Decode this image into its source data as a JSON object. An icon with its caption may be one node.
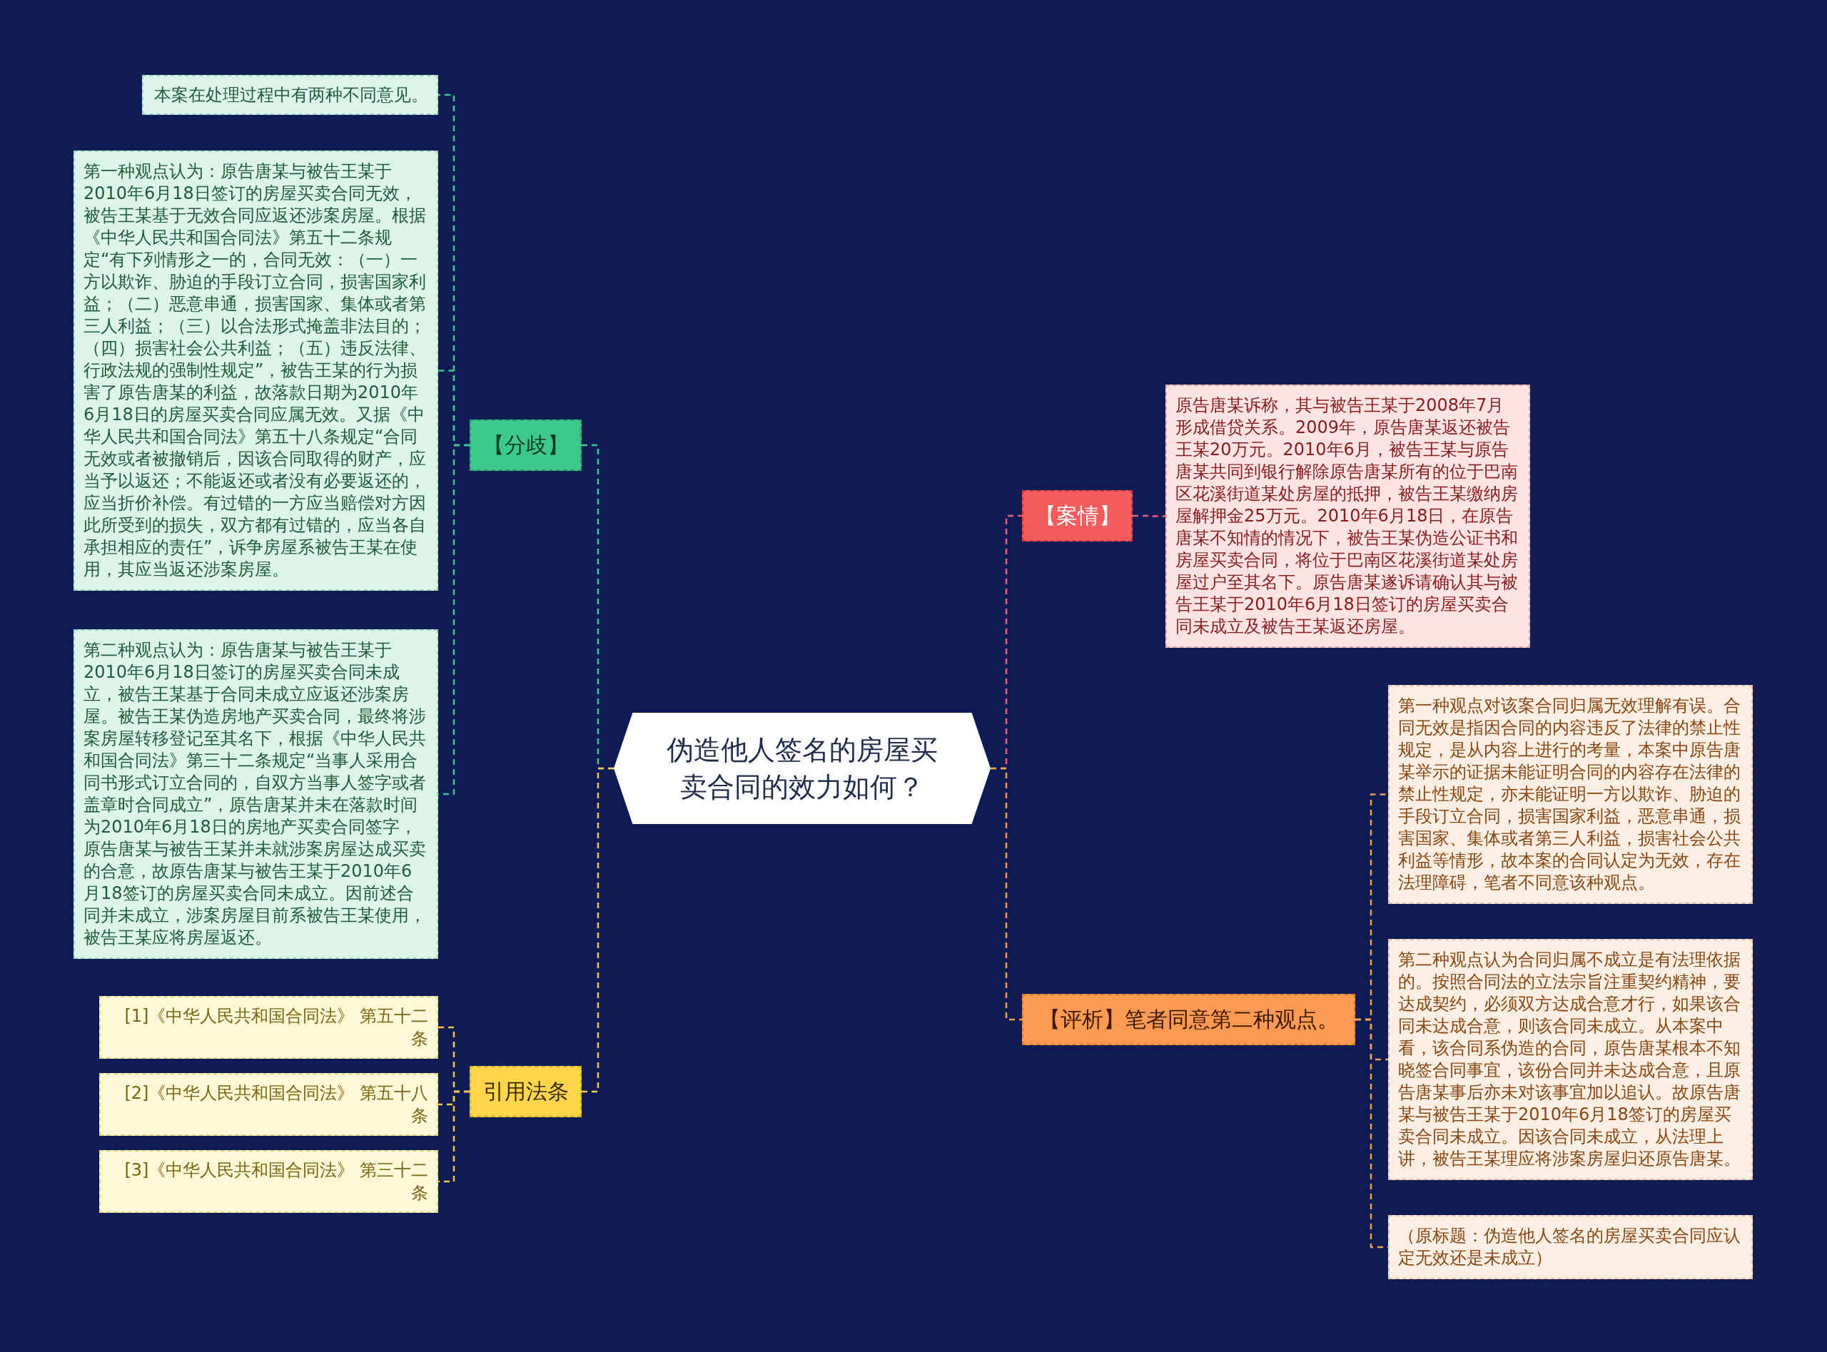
{
  "diagram": {
    "nodes": [
      {
        "text": [
          "伪造他人签名的房屋买卖合同的效力如何？"
        ]
      },
      {
        "text": [
          "【分歧】"
        ]
      },
      {
        "text": [
          "本案在处理过程中有两种不同意见。"
        ]
      },
      {
        "text": [
          "第一种观点认为：原告唐某与被告王某于2010年6月18日签订的房屋买卖合同无效，被告王某基于无效合同应返还涉案房屋。根据《中华人民共和国合同法》第五十二条规定“有下列情形之一的，合同无效：（一）一方以欺诈、胁迫的手段订立合同，损害国家利益；（二）恶意串通，损害国家、集体或者第三人利益；（三）以合法形式掩盖非法目的；（四）损害社会公共利益；（五）违反法律、行政法规的强制性规定”，被告王某的行为损害了原告唐某的利益，故落款日期为2010年6月18日的房屋买卖合同应属无效。又据《中华人民共和国合同法》第五十八条规定“合同无效或者被撤销后，因该合同取得的财产，应当予以返还；不能返还或者没有必要返还的，应当折价补偿。有过错的一方应当赔偿对方因此所受到的损失，双方都有过错的，应当各自承担相应的责任”，诉争房屋系被告王某在使用，其应当返还涉案房屋。"
        ]
      },
      {
        "text": [
          "第二种观点认为：原告唐某与被告王某于2010年6月18日签订的房屋买卖合同未成立，被告王某基于合同未成立应返还涉案房屋。被告王某伪造房地产买卖合同，最终将涉案房屋转移登记至其名下，根据《中华人民共和国合同法》第三十二条规定“当事人采用合同书形式订立合同的，自双方当事人签字或者盖章时合同成立”，原告唐某并未在落款时间为2010年6月18日的房地产买卖合同签字，原告唐某与被告王某并未就涉案房屋达成买卖的合意，故原告唐某与被告王某于2010年6月18签订的房屋买卖合同未成立。因前述合同并未成立，涉案房屋目前系被告王某使用，被告王某应将房屋返还。"
        ]
      },
      {
        "text": [
          "引用法条"
        ]
      },
      {
        "text": [
          "[1]《中华人民共和国合同法》 第五十二条"
        ]
      },
      {
        "text": [
          "[2]《中华人民共和国合同法》 第五十八条"
        ]
      },
      {
        "text": [
          "[3]《中华人民共和国合同法》 第三十二条"
        ]
      },
      {
        "text": [
          "【案情】"
        ]
      },
      {
        "text": [
          "原告唐某诉称，其与被告王某于2008年7月形成借贷关系。2009年，原告唐某返还被告王某20万元。2010年6月，被告王某与原告唐某共同到银行解除原告唐某所有的位于巴南区花溪街道某处房屋的抵押，被告王某缴纳房屋解押金25万元。2010年6月18日，在原告唐某不知情的情况下，被告王某伪造公证书和房屋买卖合同，将位于巴南区花溪街道某处房屋过户至其名下。原告唐某遂诉请确认其与被告王某于2010年6月18日签订的房屋买卖合同未成立及被告王某返还房屋。"
        ]
      },
      {
        "text": [
          "【评析】笔者同意第二种观点。"
        ]
      },
      {
        "text": [
          "第一种观点对该案合同归属无效理解有误。合同无效是指因合同的内容违反了法律的禁止性规定，是从内容上进行的考量，本案中原告唐某举示的证据未能证明合同的内容存在法律的禁止性规定，亦未能证明一方以欺诈、胁迫的手段订立合同，损害国家利益，恶意串通，损害国家、集体或者第三人利益，损害社会公共利益等情形，故本案的合同认定为无效，存在法理障碍，笔者不同意该种观点。"
        ]
      },
      {
        "text": [
          "第二种观点认为合同归属不成立是有法理依据的。按照合同法的立法宗旨注重契约精神，要达成契约，必须双方达成合意才行，如果该合同未达成合意，则该合同未成立。从本案中看，该合同系伪造的合同，原告唐某根本不知晓签合同事宜，该份合同并未达成合意，且原告唐某事后亦未对该事宜加以追认。故原告唐某与被告王某于2010年6月18签订的房屋买卖合同未成立。因该合同未成立，从法理上讲，被告王某理应将涉案房屋归还原告唐某。"
        ]
      },
      {
        "text": [
          "（原标题：伪造他人签名的房屋买卖合同应认定无效还是未成立）"
        ]
      }
    ],
    "edges": [
      {
        "from": 0,
        "to": 1,
        "arrow": "none",
        "style": "dashed",
        "color": "#3dc88c"
      },
      {
        "from": 1,
        "to": 2,
        "arrow": "none",
        "style": "dashed",
        "color": "#3dc88c"
      },
      {
        "from": 1,
        "to": 3,
        "arrow": "none",
        "style": "dashed",
        "color": "#3dc88c"
      },
      {
        "from": 1,
        "to": 4,
        "arrow": "none",
        "style": "dashed",
        "color": "#3dc88c"
      },
      {
        "from": 0,
        "to": 5,
        "arrow": "none",
        "style": "dashed",
        "color": "#f5c842"
      },
      {
        "from": 5,
        "to": 6,
        "arrow": "none",
        "style": "dashed",
        "color": "#f5c842"
      },
      {
        "from": 5,
        "to": 7,
        "arrow": "none",
        "style": "dashed",
        "color": "#f5c842"
      },
      {
        "from": 5,
        "to": 8,
        "arrow": "none",
        "style": "dashed",
        "color": "#f5c842"
      },
      {
        "from": 0,
        "to": 9,
        "arrow": "none",
        "style": "dashed",
        "color": "#e8607a"
      },
      {
        "from": 9,
        "to": 10,
        "arrow": "none",
        "style": "dashed",
        "color": "#e8607a"
      },
      {
        "from": 0,
        "to": 11,
        "arrow": "none",
        "style": "dashed",
        "color": "#f0a050"
      },
      {
        "from": 11,
        "to": 12,
        "arrow": "none",
        "style": "dashed",
        "color": "#f0a050"
      },
      {
        "from": 11,
        "to": 13,
        "arrow": "none",
        "style": "dashed",
        "color": "#f0a050"
      },
      {
        "from": 11,
        "to": 14,
        "arrow": "none",
        "style": "dashed",
        "color": "#f0a050"
      }
    ]
  }
}
